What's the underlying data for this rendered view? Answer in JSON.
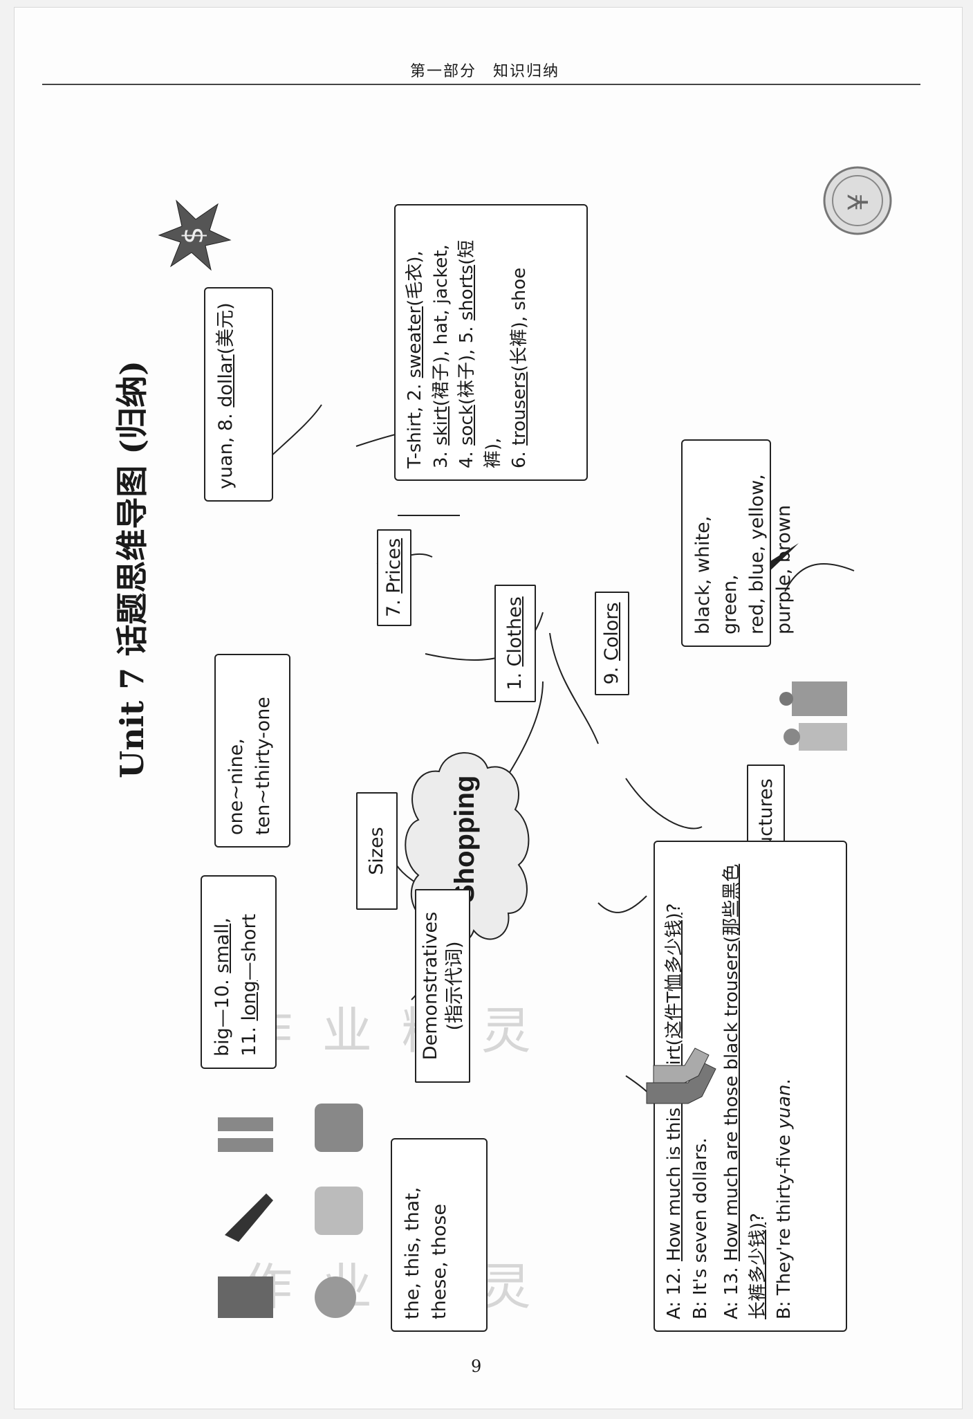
{
  "header": "第一部分　知识归纳",
  "page_number": "9",
  "title": "Unit 7  话题思维导图 (归纳)",
  "center": "Shopping",
  "nodes": {
    "prices": {
      "num": "7.",
      "label": "Prices"
    },
    "clothes": {
      "num": "1.",
      "label": "Clothes"
    },
    "colors": {
      "num": "9.",
      "label": "Colors"
    },
    "sizes": "Sizes",
    "structures": "Structures",
    "demonstratives": "Demonstratives",
    "demonstratives_cn": "(指示代词)"
  },
  "boxes": {
    "prices": {
      "a": "yuan, 8. ",
      "b": "dollar",
      "c": "(美元)"
    },
    "clothes": {
      "l1a": "T-shirt, 2. ",
      "l1b": "sweater",
      "l1c": "(毛衣),",
      "l2a": "3. ",
      "l2b": "skirt",
      "l2c": "(裙子), hat, jacket,",
      "l3a": "4. ",
      "l3b": "sock",
      "l3c": "(袜子), 5. ",
      "l3d": "shorts",
      "l3e": "(短裤),",
      "l4a": "6. ",
      "l4b": "trousers",
      "l4c": "(长裤), shoe"
    },
    "colors": {
      "l1": "black, white, green,",
      "l2": "red, blue, yellow,",
      "l3": "purple, brown"
    },
    "sizes": {
      "l1": "one~nine,",
      "l2": "ten~thirty-one"
    },
    "bigsmall": {
      "l1a": "big—10. ",
      "l1b": "small",
      "l1c": ",",
      "l2a": "11. ",
      "l2b": "long",
      "l2c": "—short"
    },
    "demos": {
      "l1": "the, this, that,",
      "l2": "these, those"
    },
    "structures": {
      "a1": "A: 12. ",
      "a1u": "How much is this T-shirt(这件T恤多少钱)",
      "a1e": "?",
      "b1": "B: It's seven dollars.",
      "a2": "A: 13. ",
      "a2u": "How much are those black trousers(那些黑色长裤多少钱)",
      "a2e": "?",
      "b2": "B: They're thirty-five ",
      "b2i": "yuan",
      "b2e": "."
    }
  },
  "watermark": "作 业 精 灵"
}
